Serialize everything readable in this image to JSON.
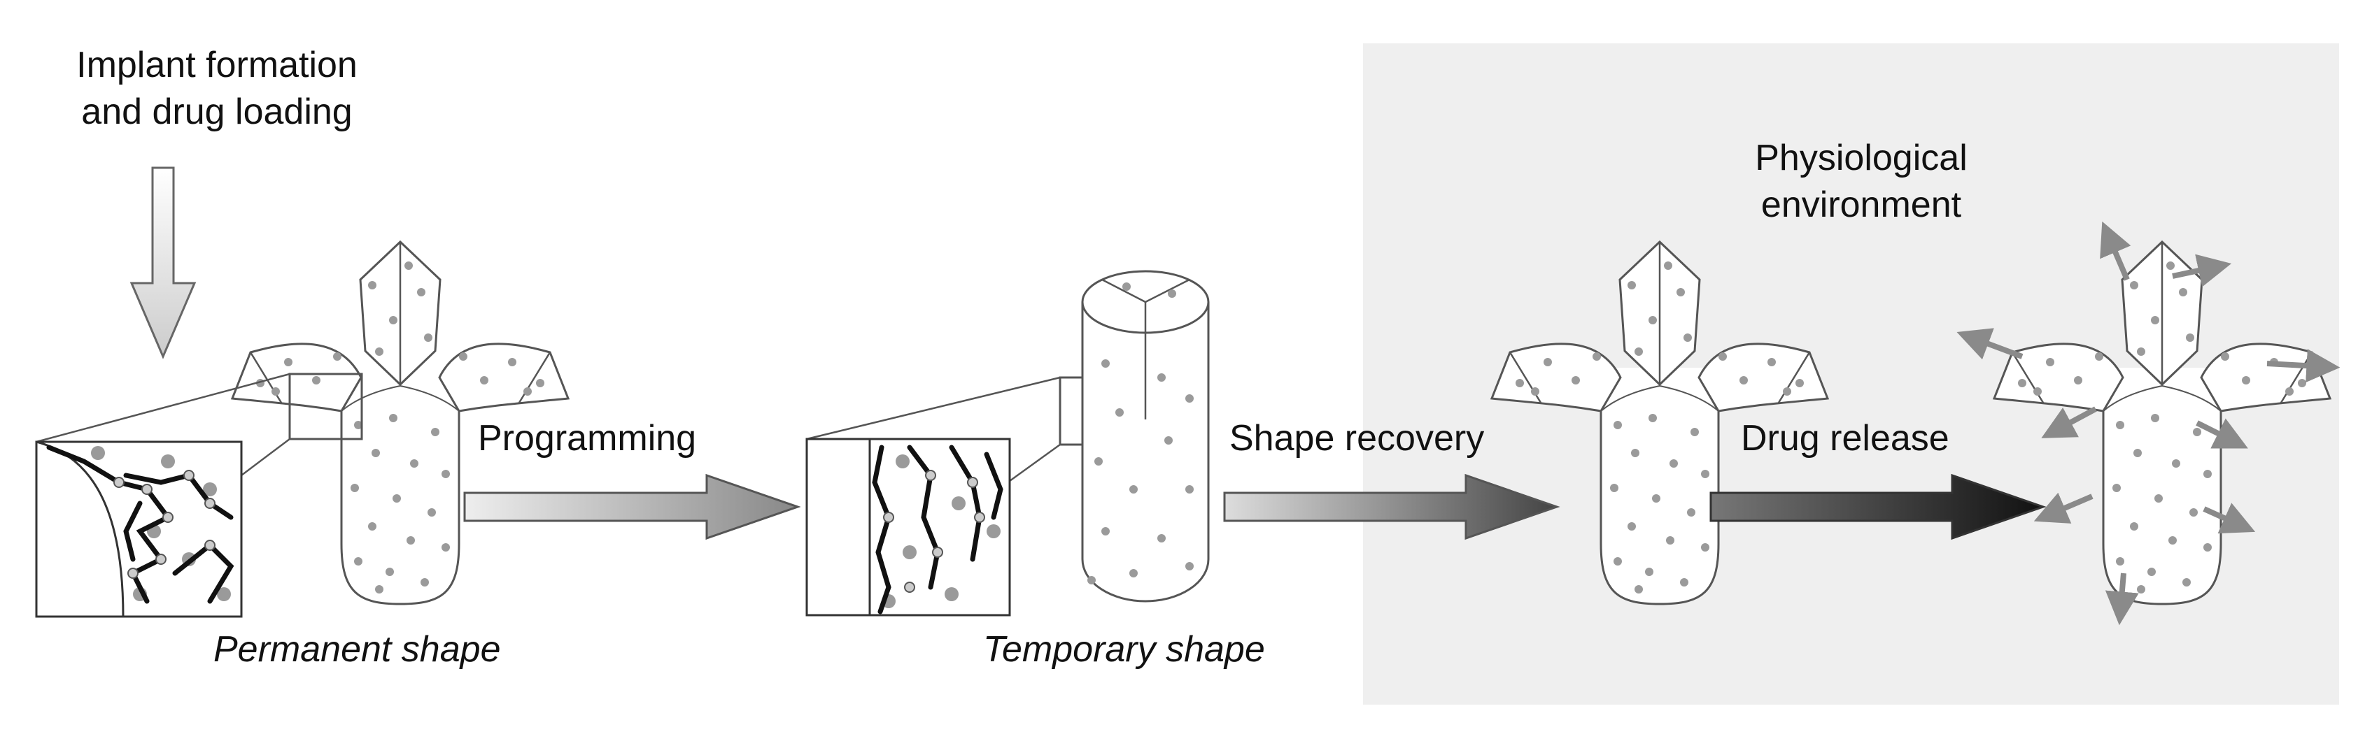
{
  "labels": {
    "implant_line1": "Implant formation",
    "implant_line2": "and drug loading",
    "programming": "Programming",
    "shape_recovery": "Shape recovery",
    "drug_release": "Drug release",
    "physio_line1": "Physiological",
    "physio_line2": "environment",
    "permanent_shape": "Permanent shape",
    "temporary_shape": "Temporary shape"
  },
  "colors": {
    "background": "#ffffff",
    "environment_panel": "#efefef",
    "outline": "#555555",
    "drug_dot": "#9a9a9a",
    "release_arrow": "#8a8a8a",
    "polymer_chain": "#111111",
    "crosslink": "#c8c8c8"
  },
  "icons": {
    "down_arrow": "down-arrow-icon",
    "process_arrow": "gradient-right-arrow-icon",
    "implant": "flower-implant-icon",
    "cylinder": "cylinder-implant-icon"
  }
}
